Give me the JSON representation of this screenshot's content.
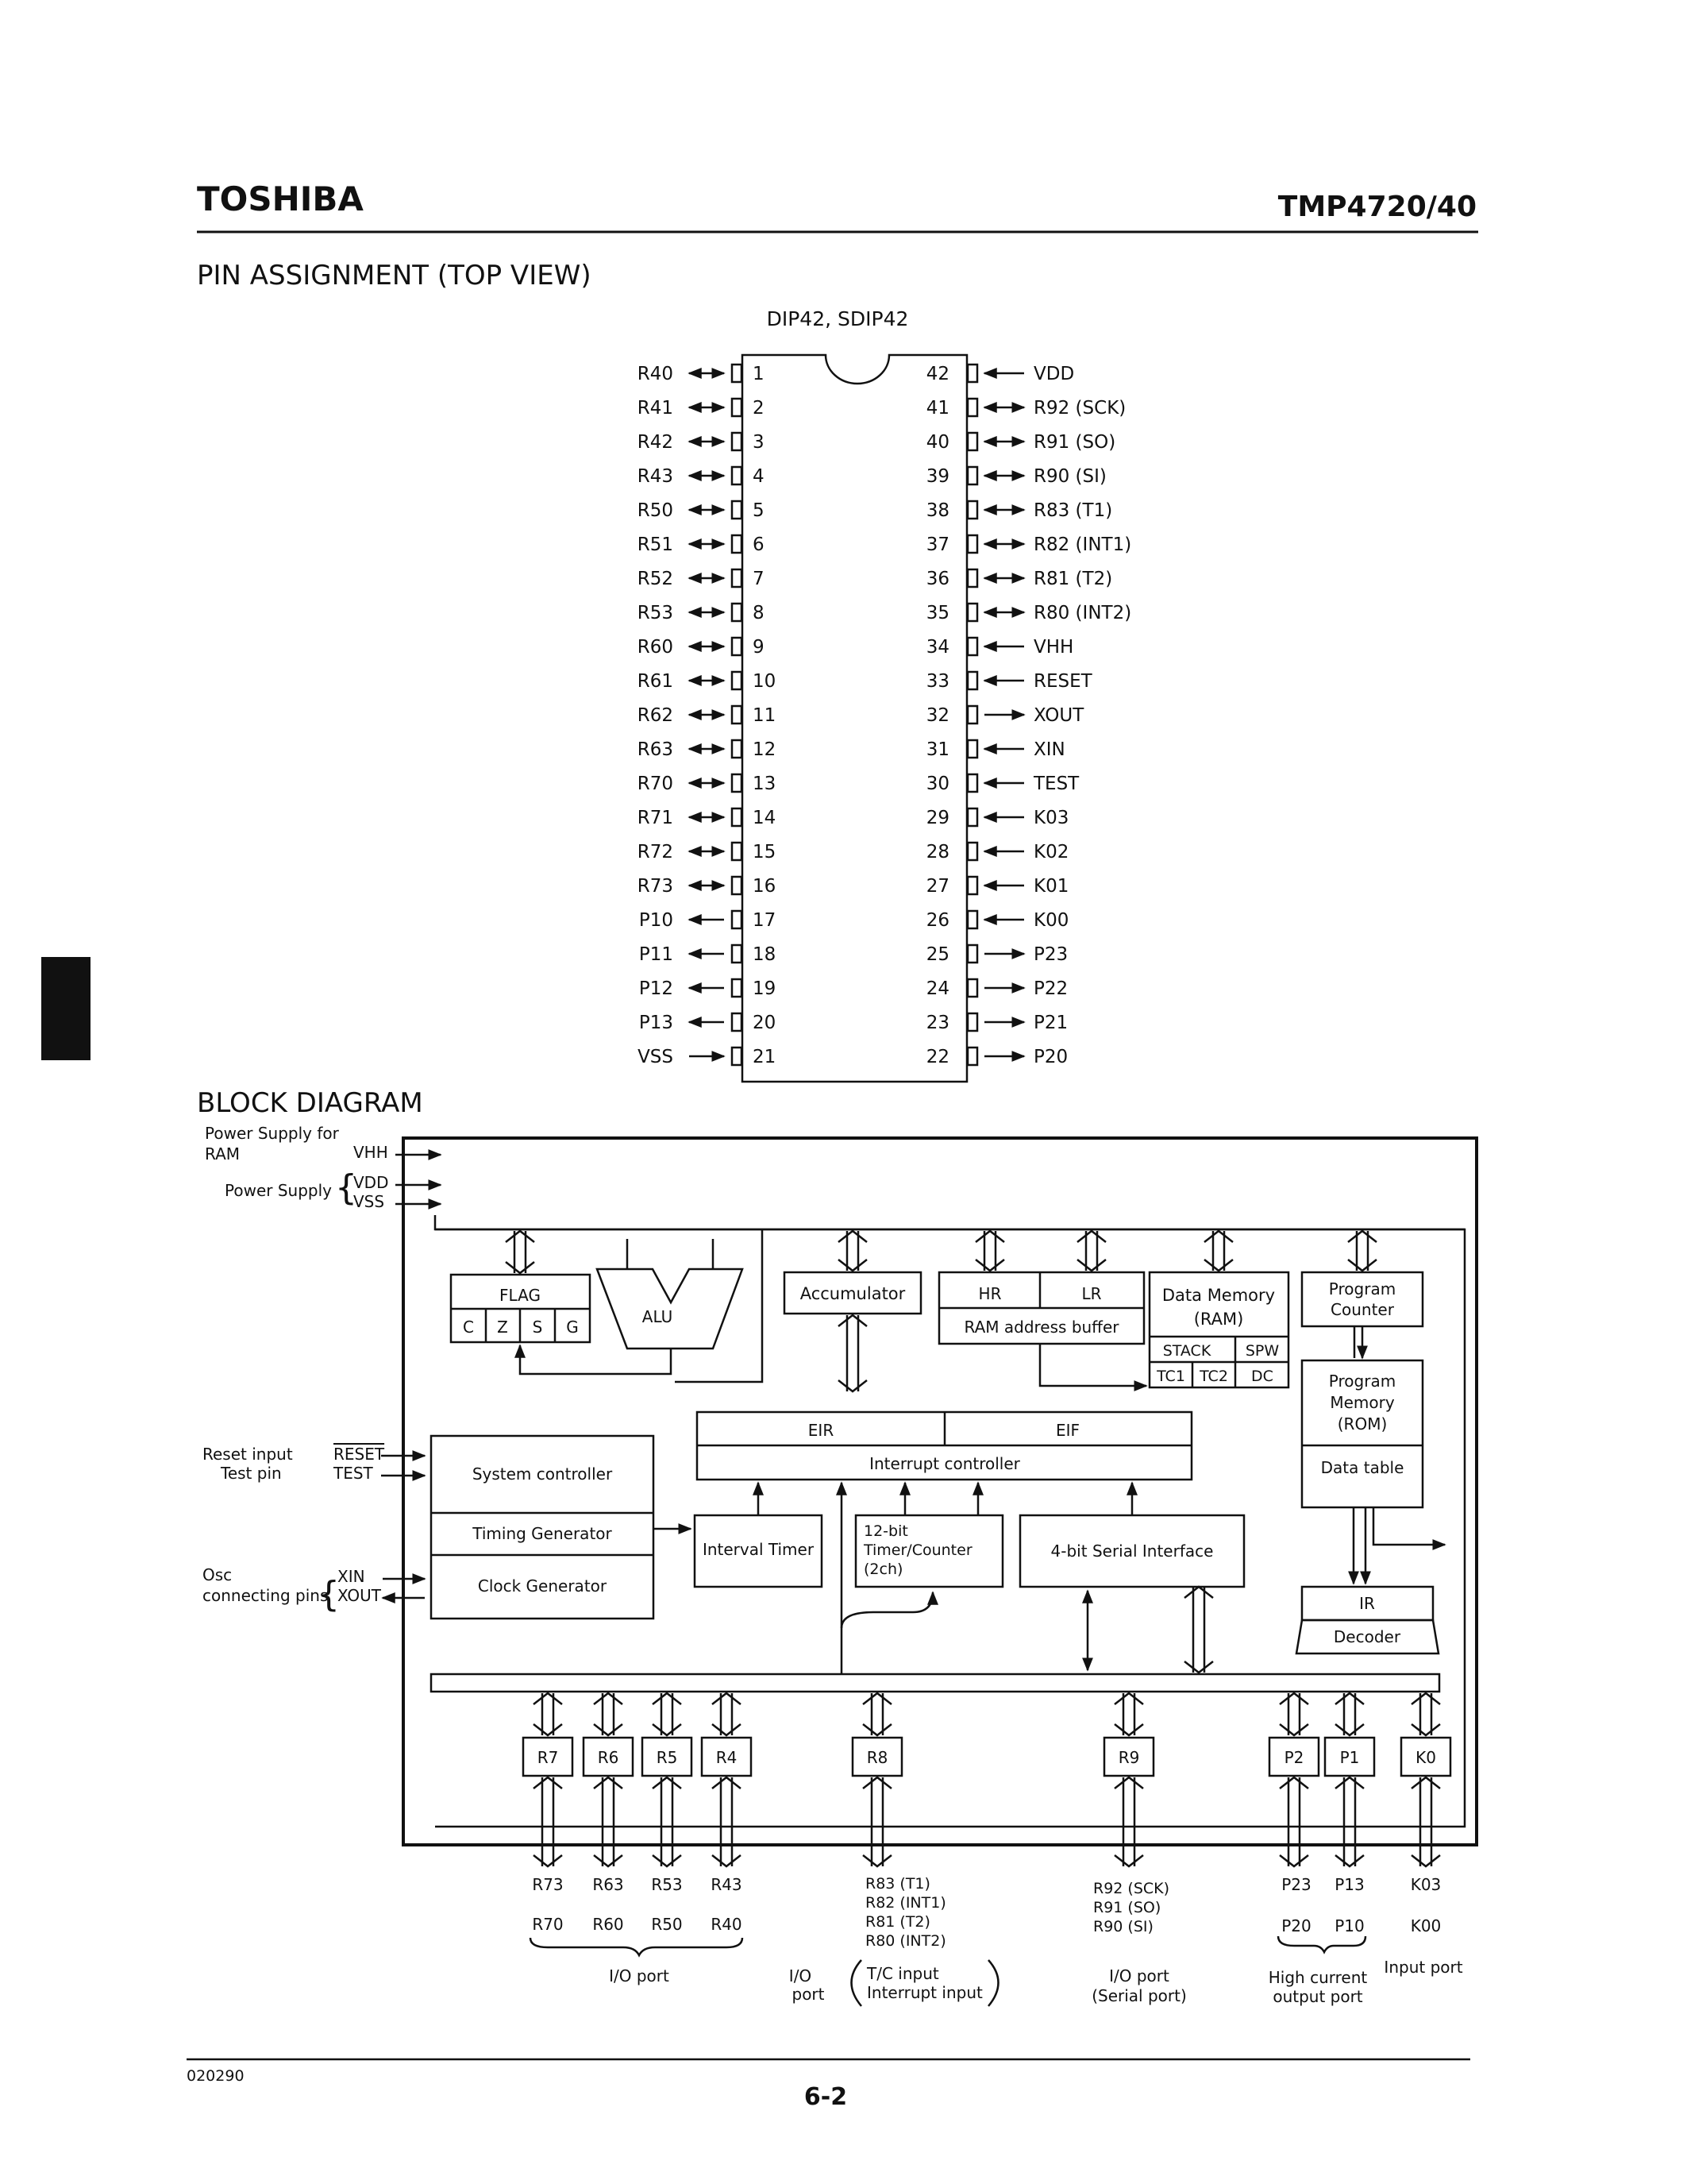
{
  "header": {
    "brand": "TOSHIBA",
    "part": "TMP4720/40"
  },
  "pin_section": {
    "title": "PIN ASSIGNMENT (TOP VIEW)",
    "package": "DIP42, SDIP42"
  },
  "pins_left": [
    {
      "num": "1",
      "name": "R40",
      "dir": "bi"
    },
    {
      "num": "2",
      "name": "R41",
      "dir": "bi"
    },
    {
      "num": "3",
      "name": "R42",
      "dir": "bi"
    },
    {
      "num": "4",
      "name": "R43",
      "dir": "bi"
    },
    {
      "num": "5",
      "name": "R50",
      "dir": "bi"
    },
    {
      "num": "6",
      "name": "R51",
      "dir": "bi"
    },
    {
      "num": "7",
      "name": "R52",
      "dir": "bi"
    },
    {
      "num": "8",
      "name": "R53",
      "dir": "bi"
    },
    {
      "num": "9",
      "name": "R60",
      "dir": "bi"
    },
    {
      "num": "10",
      "name": "R61",
      "dir": "bi"
    },
    {
      "num": "11",
      "name": "R62",
      "dir": "bi"
    },
    {
      "num": "12",
      "name": "R63",
      "dir": "bi"
    },
    {
      "num": "13",
      "name": "R70",
      "dir": "bi"
    },
    {
      "num": "14",
      "name": "R71",
      "dir": "bi"
    },
    {
      "num": "15",
      "name": "R72",
      "dir": "bi"
    },
    {
      "num": "16",
      "name": "R73",
      "dir": "bi"
    },
    {
      "num": "17",
      "name": "P10",
      "dir": "out"
    },
    {
      "num": "18",
      "name": "P11",
      "dir": "out"
    },
    {
      "num": "19",
      "name": "P12",
      "dir": "out"
    },
    {
      "num": "20",
      "name": "P13",
      "dir": "out"
    },
    {
      "num": "21",
      "name": "VSS",
      "dir": "in"
    }
  ],
  "pins_right": [
    {
      "num": "42",
      "name": "VDD",
      "dir": "in"
    },
    {
      "num": "41",
      "name": "R92 (SCK)",
      "dir": "bi"
    },
    {
      "num": "40",
      "name": "R91 (SO)",
      "dir": "bi"
    },
    {
      "num": "39",
      "name": "R90 (SI)",
      "dir": "bi"
    },
    {
      "num": "38",
      "name": "R83 (T1)",
      "dir": "bi"
    },
    {
      "num": "37",
      "name": "R82 (INT1)",
      "dir": "bi"
    },
    {
      "num": "36",
      "name": "R81 (T2)",
      "dir": "bi"
    },
    {
      "num": "35",
      "name": "R80 (INT2)",
      "dir": "bi"
    },
    {
      "num": "34",
      "name": "VHH",
      "dir": "in"
    },
    {
      "num": "33",
      "name": "RESET",
      "dir": "in"
    },
    {
      "num": "32",
      "name": "XOUT",
      "dir": "out"
    },
    {
      "num": "31",
      "name": "XIN",
      "dir": "in"
    },
    {
      "num": "30",
      "name": "TEST",
      "dir": "in"
    },
    {
      "num": "29",
      "name": "K03",
      "dir": "in"
    },
    {
      "num": "28",
      "name": "K02",
      "dir": "in"
    },
    {
      "num": "27",
      "name": "K01",
      "dir": "in"
    },
    {
      "num": "26",
      "name": "K00",
      "dir": "in"
    },
    {
      "num": "25",
      "name": "P23",
      "dir": "out"
    },
    {
      "num": "24",
      "name": "P22",
      "dir": "out"
    },
    {
      "num": "23",
      "name": "P21",
      "dir": "out"
    },
    {
      "num": "22",
      "name": "P20",
      "dir": "out"
    }
  ],
  "block": {
    "title": "BLOCK DIAGRAM",
    "power_ram": "Power Supply for",
    "power_ram2": "RAM",
    "vhh": "VHH",
    "power_supply": "Power Supply",
    "vdd": "VDD",
    "vss": "VSS",
    "reset_input": "Reset input",
    "reset": "RESET",
    "test_pin": "Test pin",
    "test": "TEST",
    "osc": "Osc",
    "osc_pins": "connecting pins",
    "xin": "XIN",
    "xout": "XOUT",
    "flag": "FLAG",
    "flag_c": "C",
    "flag_z": "Z",
    "flag_s": "S",
    "flag_g": "G",
    "alu": "ALU",
    "accumulator": "Accumulator",
    "hr": "HR",
    "lr": "LR",
    "ram_addr_buf": "RAM address buffer",
    "data_memory": "Data Memory",
    "ram": "(RAM)",
    "stack": "STACK",
    "spw": "SPW",
    "tc1": "TC1",
    "tc2": "TC2",
    "dc": "DC",
    "program_counter": "Program",
    "program_counter2": "Counter",
    "program_memory": "Program",
    "program_memory2": "Memory",
    "rom": "(ROM)",
    "data_table": "Data table",
    "eir": "EIR",
    "eif": "EIF",
    "interrupt_controller": "Interrupt controller",
    "system_controller": "System controller",
    "timing_generator": "Timing Generator",
    "clock_generator": "Clock Generator",
    "interval_timer": "Interval Timer",
    "timer12_1": "12-bit",
    "timer12_2": "Timer/Counter",
    "timer12_3": "(2ch)",
    "serial_if": "4-bit Serial Interface",
    "ir": "IR",
    "decoder": "Decoder",
    "ports": [
      "R7",
      "R6",
      "R5",
      "R4",
      "R8",
      "R9",
      "P2",
      "P1",
      "K0"
    ],
    "r7_top": "R73",
    "r7_bot": "R70",
    "r6_top": "R63",
    "r6_bot": "R60",
    "r5_top": "R53",
    "r5_bot": "R50",
    "r4_top": "R43",
    "r4_bot": "R40",
    "r8_lines": [
      "R83 (T1)",
      "R82 (INT1)",
      "R81 (T2)",
      "R80 (INT2)"
    ],
    "r9_lines": [
      "R92 (SCK)",
      "R91 (SO)",
      "R90 (SI)"
    ],
    "p2_top": "P23",
    "p2_bot": "P20",
    "p1_top": "P13",
    "p1_bot": "P10",
    "k0_top": "K03",
    "k0_bot": "K00",
    "io_port": "I/O port",
    "io_port_r8_1": "I/O",
    "io_port_r8_2": "port",
    "tc_input": "T/C input",
    "int_input": "Interrupt input",
    "io_serial_1": "I/O port",
    "io_serial_2": "(Serial port)",
    "high_current_1": "High current",
    "high_current_2": "output port",
    "input_port": "Input port"
  },
  "footer": {
    "code": "020290",
    "page": "6-2"
  }
}
